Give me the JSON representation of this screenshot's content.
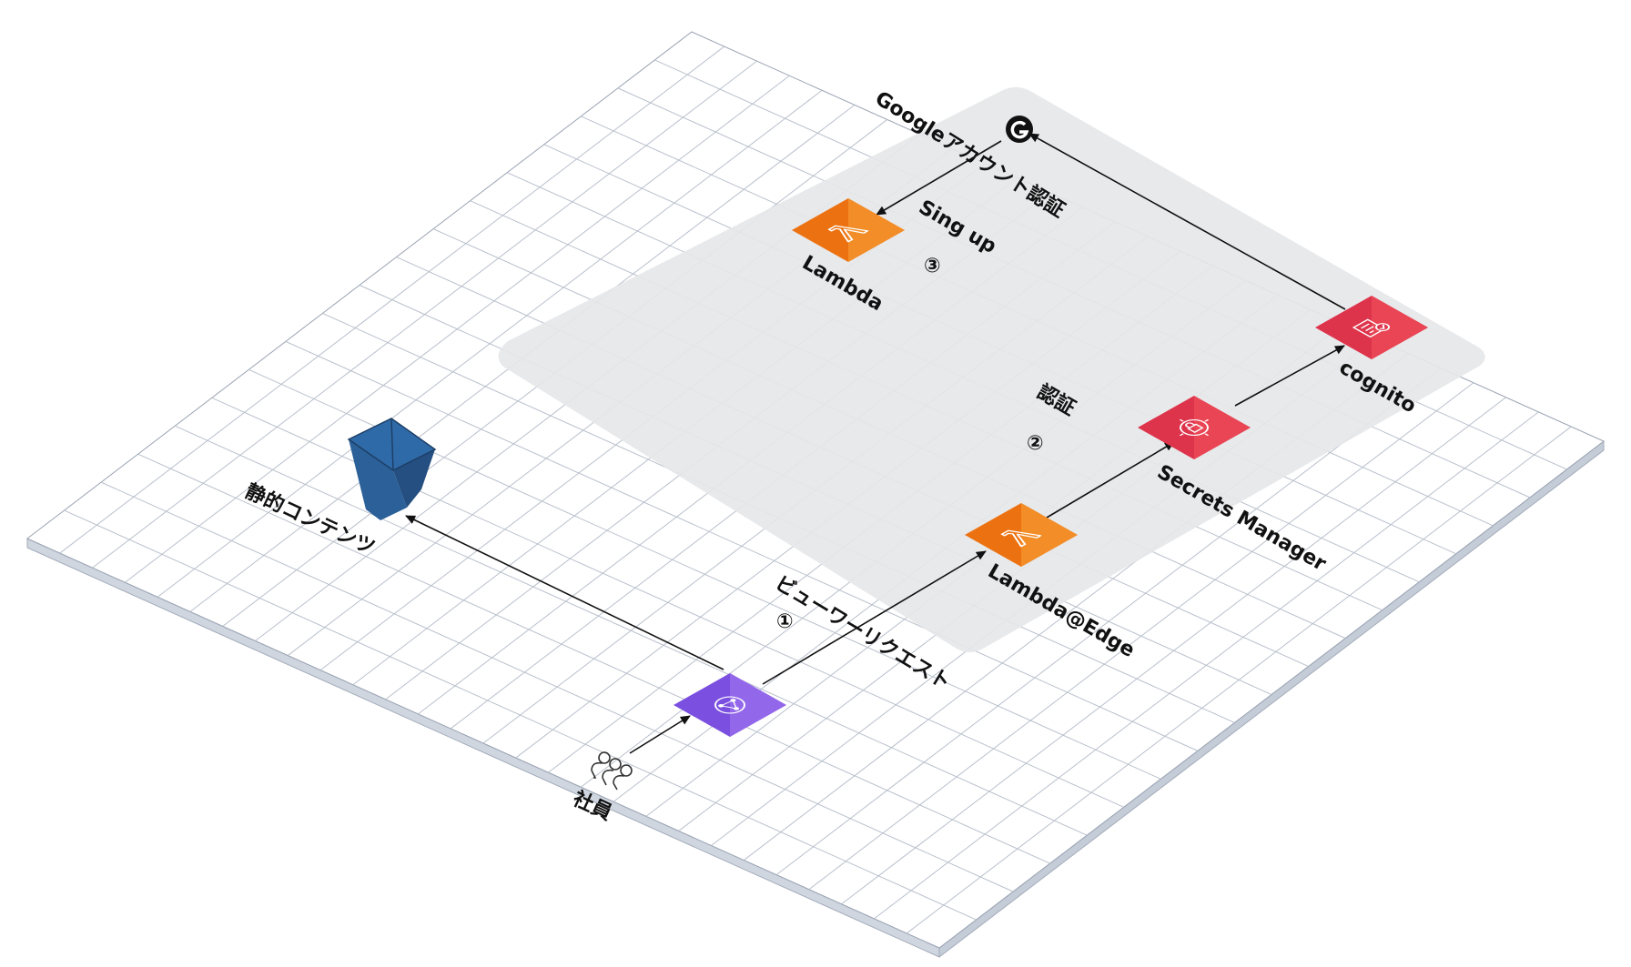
{
  "colors": {
    "grid_line": "#b9c0cc",
    "platform_top": "#ffffff",
    "platform_side": "#cfd6e0",
    "zone": "#e6e7e9",
    "arrow": "#111111",
    "lambda": "#ec7211",
    "lambda_light": "#f7a43b",
    "cloudfront": "#7b4fdf",
    "cloudfront_light": "#a77cf3",
    "security": "#dd344c",
    "security_light": "#f2545b",
    "bucket": "#2f6aa8",
    "bucket_dark": "#244f80"
  },
  "nodes": {
    "employee": {
      "label": "社員",
      "icon": "users-icon"
    },
    "cloudfront": {
      "icon": "cloudfront-icon"
    },
    "static": {
      "label": "静的コンテンツ",
      "icon": "s3-bucket-icon"
    },
    "lambda_edge": {
      "label": "Lambda@Edge",
      "icon": "lambda-icon"
    },
    "secrets": {
      "label": "Secrets Manager",
      "icon": "secrets-manager-icon"
    },
    "cognito": {
      "label": "cognito",
      "icon": "cognito-icon"
    },
    "lambda": {
      "label": "Lambda",
      "icon": "lambda-icon"
    },
    "google": {
      "icon": "google-icon"
    }
  },
  "edges": {
    "viewer_request": {
      "label": "ビューワーリクエスト",
      "step": "①"
    },
    "auth": {
      "label": "認証",
      "step": "②"
    },
    "google_auth": {
      "label": "Googleアカウント認証"
    },
    "signup": {
      "label": "Sing up",
      "step": "③"
    }
  }
}
